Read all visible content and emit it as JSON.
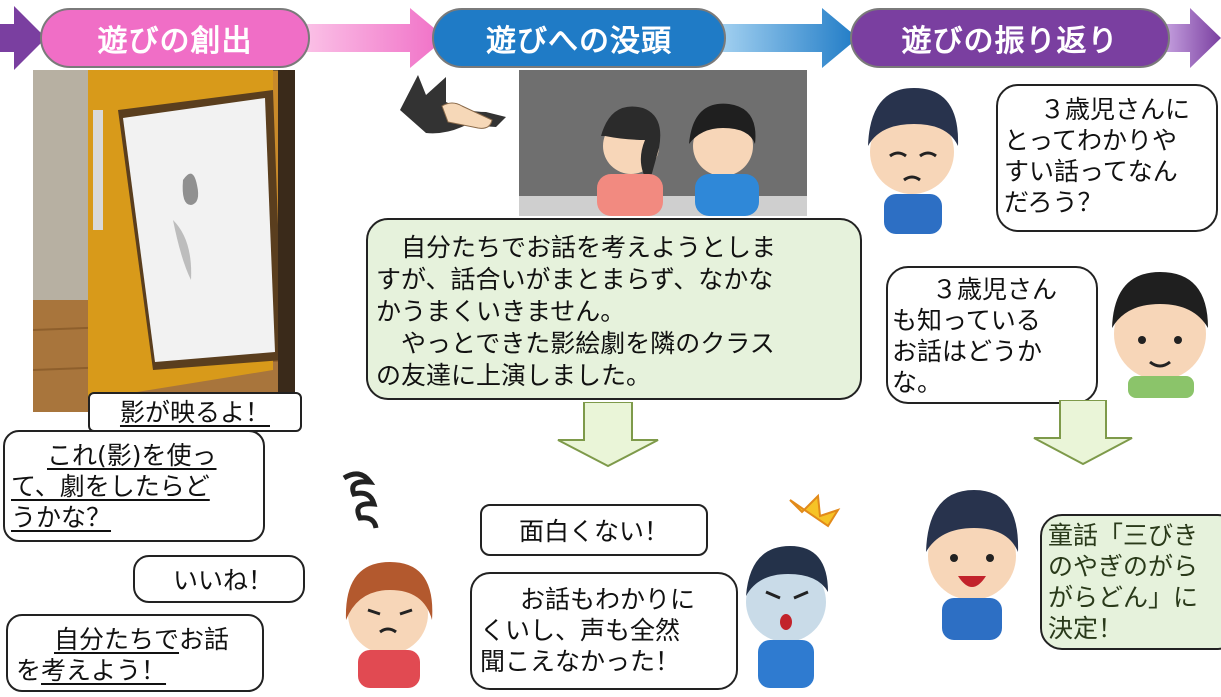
{
  "header": {
    "phases": [
      {
        "label": "遊びの創出",
        "color": "#f06ec6"
      },
      {
        "label": "遊びへの没頭",
        "color": "#1f7bc6"
      },
      {
        "label": "遊びの振り返り",
        "color": "#7a3fa0"
      }
    ]
  },
  "col1": {
    "shadow_bubble": "影が映るよ！",
    "idea_bubble": {
      "line1": "これ(影)を使っ",
      "line2": "て、劇をしたらど",
      "line3": "うかな？"
    },
    "iine_bubble": "いいね！",
    "decide_bubble": {
      "part1_u": "自分たちで",
      "part1": "お話",
      "part2_pre": "を",
      "part2_u": "考えよう！"
    }
  },
  "col2": {
    "summary": {
      "line1": "　自分たちでお話を考えようとしま",
      "line2": "すが、話合いがまとまらず、なかな",
      "line3": "かうまくいきません。",
      "line4": "　やっとできた影絵劇を隣のクラス",
      "line5": "の友達に上演しました。"
    },
    "not_fun_bubble": "面白くない！",
    "hard_bubble": {
      "line1": "お話もわかりに",
      "line2": "くいし、声も全然",
      "line3": "聞こえなかった！"
    }
  },
  "col3": {
    "q_bubble": {
      "line1": "３歳児さんに",
      "line2": "とってわかりや",
      "line3": "すい話ってなん",
      "line4": "だろう？"
    },
    "known_bubble": {
      "line1": "３歳児さん",
      "line2": "も知っている",
      "line3": "お話はどうか",
      "line4": "な。"
    },
    "decision_bubble": {
      "line1": "童話「三びき",
      "line2": "のやぎのがら",
      "line3": "がらどん」に",
      "line4": "決定！"
    }
  },
  "colors": {
    "pink": "#f06ec6",
    "blue": "#1f7bc6",
    "purple": "#7a3fa0",
    "green_box": "#e6f2dc",
    "arrow_fill": "#eaf5d8",
    "arrow_stroke": "#7e9a4a"
  }
}
